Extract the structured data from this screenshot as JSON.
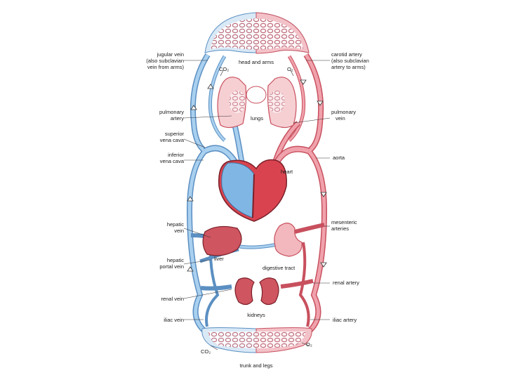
{
  "labels": {
    "jugular_vein": [
      "jugular vein",
      "(also subclavian",
      "vein from arms)"
    ],
    "carotid_artery": [
      "carotid artery",
      "(also subclavian",
      "artery to arms)"
    ],
    "head_and_arms": "head and arms",
    "co2_top": "CO₂",
    "o2_top": "O₂",
    "pulmonary_artery": [
      "pulmonary",
      "artery"
    ],
    "lungs": "lungs",
    "pulmonary_vein": [
      "pulmonary",
      "vein"
    ],
    "superior_vena_cava": [
      "superior",
      "vena cava"
    ],
    "inferior_vena_cava": [
      "inferior",
      "vena cava"
    ],
    "aorta": "aorta",
    "heart": "heart",
    "hepatic_vein": [
      "hepatic",
      "vein"
    ],
    "mesenteric_arteries": [
      "mesenteric",
      "arteries"
    ],
    "liver": "liver",
    "hepatic_portal_vein": [
      "hepatic",
      "portal vein"
    ],
    "digestive_tract": "digestive tract",
    "renal_artery": "renal artery",
    "renal_vein": "renal vein",
    "kidneys": "kidneys",
    "iliac_vein": "iliac vein",
    "iliac_artery": "iliac artery",
    "co2_bottom": "CO₂",
    "o2_bottom": "O₂",
    "trunk_and_legs": "trunk and legs"
  },
  "colors": {
    "vein": "#8fbfe6",
    "vein_dark": "#5b8fc2",
    "artery": "#ec8c97",
    "artery_dark": "#c8505e",
    "organ": "#cf5560",
    "organ_light": "#f2b8be",
    "lung_fill": "#f6cfd3",
    "heart_blue": "#7fb6e4",
    "heart_red": "#d9434f"
  }
}
